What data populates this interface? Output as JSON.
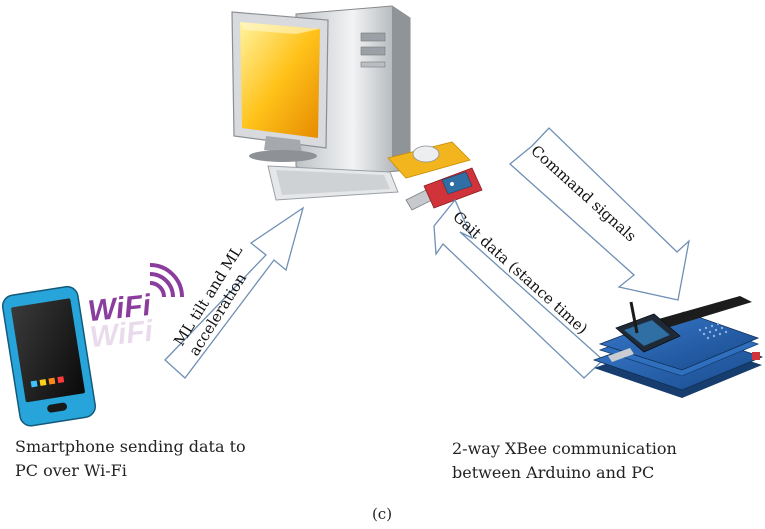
{
  "captions": {
    "smartphone_line1": "Smartphone sending data to",
    "smartphone_line2": "PC over Wi-Fi",
    "xbee_line1": "2-way XBee communication",
    "xbee_line2": "between Arduino and PC",
    "panel_label": "(c)"
  },
  "arrows": {
    "ml_line1": "ML tilt and ML",
    "ml_line2": "acceleration",
    "gait": "Gait data (stance time)",
    "command": "Command signals"
  },
  "wifi_logo": "WiFi",
  "colors": {
    "arrow_stroke": "#6f8fb5",
    "phone_body": "#2aa6d9",
    "wifi_purple": "#8a3d9c",
    "monitor_screen": "#f5a800",
    "arduino_blue": "#1f5fa8",
    "xbee_red": "#d1333a"
  },
  "icons": [
    "desktop-computer-icon",
    "smartphone-icon",
    "wifi-icon",
    "xbee-usb-dongle-icon",
    "arduino-board-icon"
  ]
}
